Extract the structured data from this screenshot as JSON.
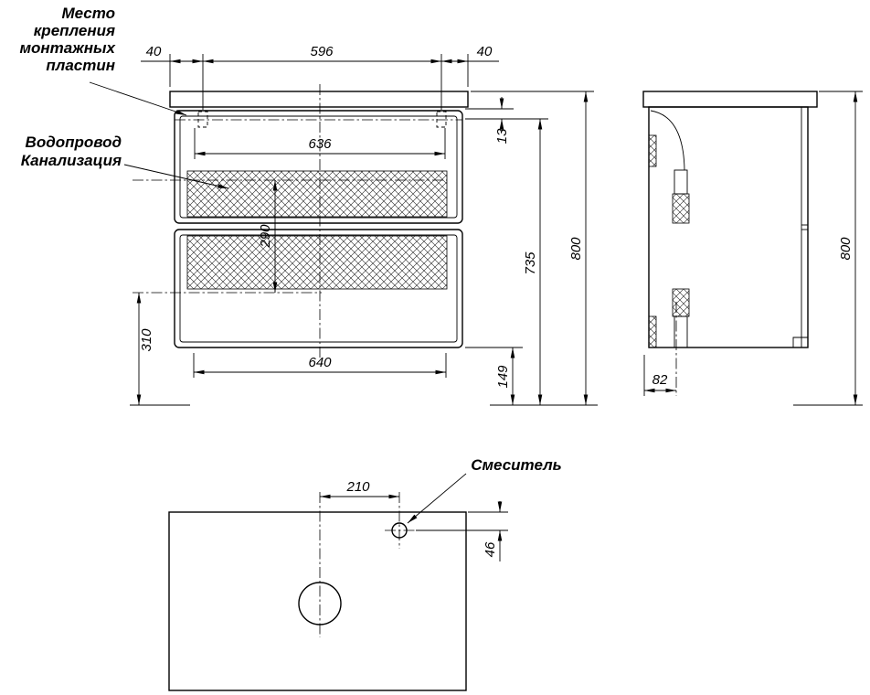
{
  "labels": {
    "mounting_plates_line1": "Место",
    "mounting_plates_line2": "крепления",
    "mounting_plates_line3": "монтажных",
    "mounting_plates_line4": "пластин",
    "plumbing_line1": "Водопровод",
    "plumbing_line2": "Канализация",
    "mixer": "Смеситель"
  },
  "front_view": {
    "offset_left": "40",
    "between_plates": "596",
    "offset_right": "40",
    "inner_width_top": "636",
    "plate_drop": "13",
    "supply_to_drain": "290",
    "drain_to_floor": "310",
    "inner_width_bottom": "640",
    "bottom_clearance": "149",
    "plate_height": "735",
    "total_height": "800"
  },
  "side_view": {
    "bracket_depth": "82",
    "total_height": "800"
  },
  "top_view": {
    "faucet_offset": "210",
    "faucet_edge_offset": "46"
  },
  "colors": {
    "line": "#000000",
    "background": "#ffffff"
  }
}
